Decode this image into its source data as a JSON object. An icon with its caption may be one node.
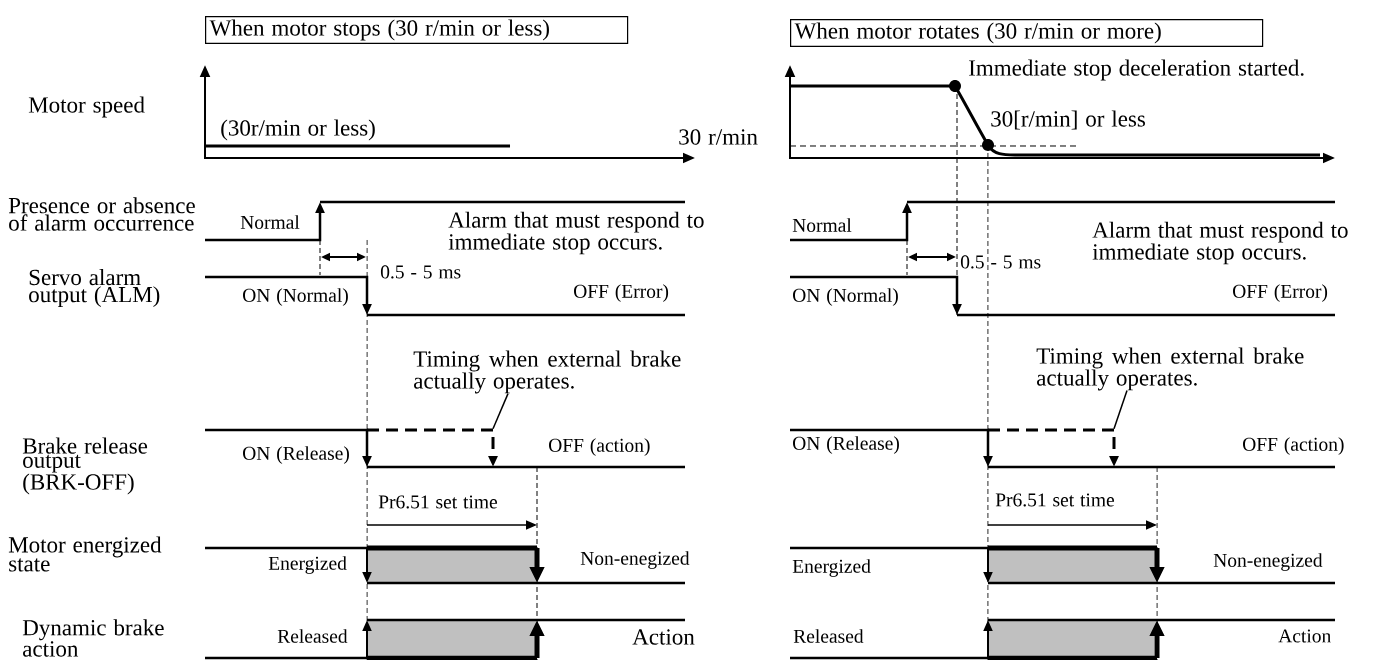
{
  "diagram": {
    "nodes": [
      {
        "text": [
          "When motor stops (30 r/min or less)"
        ]
      },
      {
        "text": [
          "When motor rotates (30 r/min or more)"
        ]
      },
      {
        "text": [
          "Timing when external brake actually operates."
        ]
      },
      {
        "text": [
          "Timing when external brake actually operates."
        ]
      },
      {
        "text": [],
        "shape": "line"
      },
      {
        "text": [],
        "shape": "line"
      }
    ],
    "edges": [
      {
        "from": 2,
        "to": 4,
        "arrow": "none"
      },
      {
        "from": 3,
        "to": 5,
        "arrow": "none"
      }
    ],
    "labels": [
      "Motor speed",
      "Presence or absence of alarm occurrence",
      "Servo alarm output (ALM)",
      "Brake release output (BRK-OFF)",
      "Motor energized state",
      "Dynamic brake action",
      "(30r/min or less)",
      "30 r/min",
      "Normal",
      "Alarm that must respond to immediate stop occurs.",
      "0.5 - 5 ms",
      "ON (Normal)",
      "OFF (Error)",
      "ON (Release)",
      "OFF (action)",
      "Pr6.51 set time",
      "Energized",
      "Non-enegized",
      "Released",
      "Action",
      "Immediate stop deceleration started.",
      "30[r/min] or less",
      "Normal",
      "Alarm that must respond to immediate stop occurs.",
      "0.5 - 5 ms",
      "ON (Normal)",
      "OFF (Error)",
      "ON (Release)",
      "OFF (action)",
      "Pr6.51 set time",
      "Energized",
      "Non-enegized",
      "Released",
      "Action"
    ]
  }
}
